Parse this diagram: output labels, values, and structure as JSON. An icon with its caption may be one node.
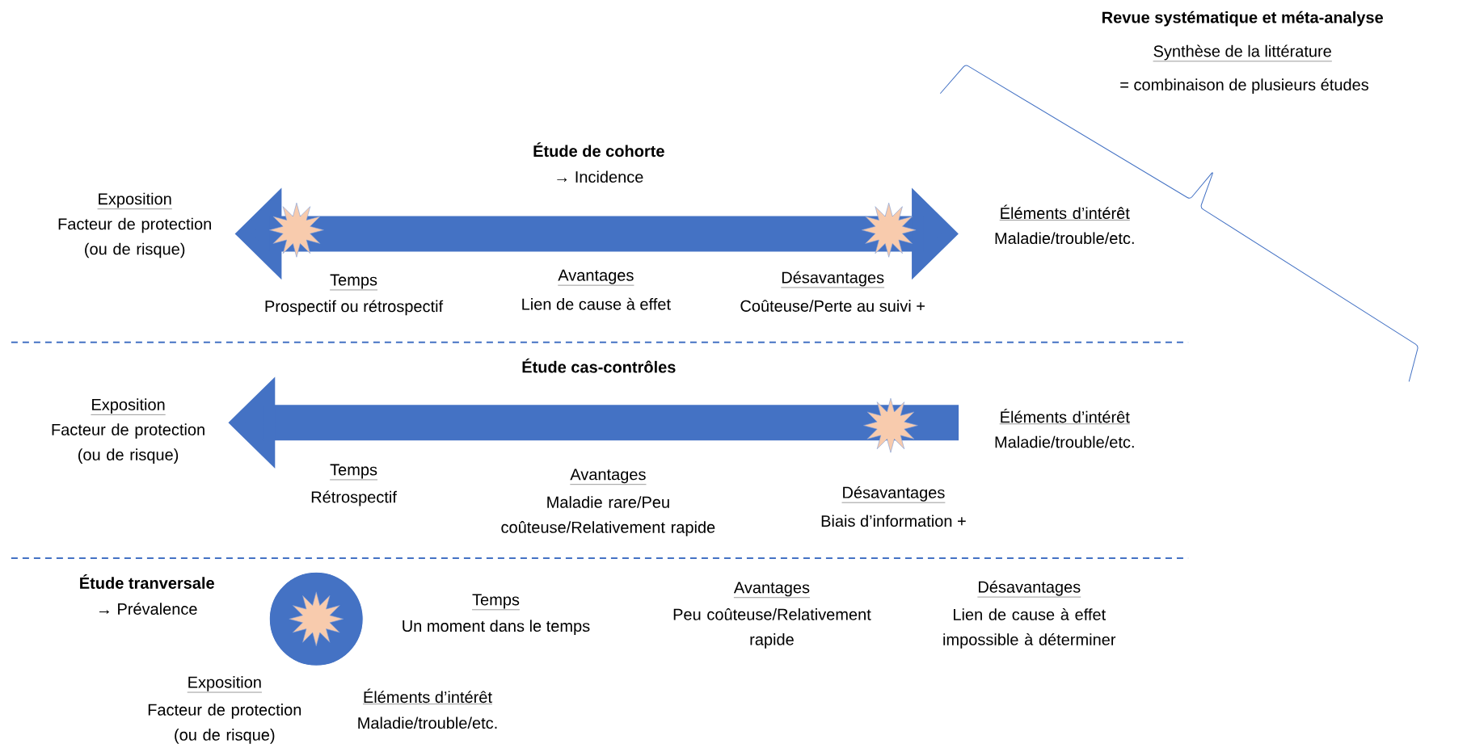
{
  "diagram": {
    "title": "Revue systématique et méta-analyse",
    "nodes": [
      {
        "text": [
          "Exposition",
          "Facteur de protection (ou de risque)"
        ]
      },
      {
        "text": [
          "Éléments d’intérêt",
          "Maladie/trouble/etc."
        ]
      },
      {
        "text": [
          "Exposition",
          "Facteur de protection (ou de risque)"
        ]
      },
      {
        "text": [
          "Éléments d’intérêt",
          "Maladie/trouble/etc."
        ]
      },
      {
        "text": [],
        "shape": "circle"
      }
    ],
    "edges": [
      {
        "from": 0,
        "to": 1,
        "arrow": "both"
      },
      {
        "from": 3,
        "to": 2,
        "arrow": "to"
      }
    ],
    "labels": [
      "Synthèse de la littérature",
      "= combinaison de plusieurs études",
      "Étude de cohorte",
      "→ Incidence",
      "Temps",
      "Prospectif ou rétrospectif",
      "Avantages",
      "Lien de cause à effet",
      "Désavantages",
      "Coûteuse/Perte au suivi +",
      "Étude cas-contrôles",
      "Temps",
      "Rétrospectif",
      "Avantages",
      "Maladie rare/Peu coûteuse/Relativement rapide",
      "Désavantages",
      "Biais d’information +",
      "Étude tranversale",
      "→ Prévalence",
      "Temps",
      "Un moment dans le temps",
      "Avantages",
      "Peu coûteuse/Relativement rapide",
      "Désavantages",
      "Lien de cause à effet impossible à déterminer",
      "Exposition",
      "Facteur de protection (ou de risque)",
      "Éléments d’intérêt",
      "Maladie/trouble/etc."
    ]
  }
}
